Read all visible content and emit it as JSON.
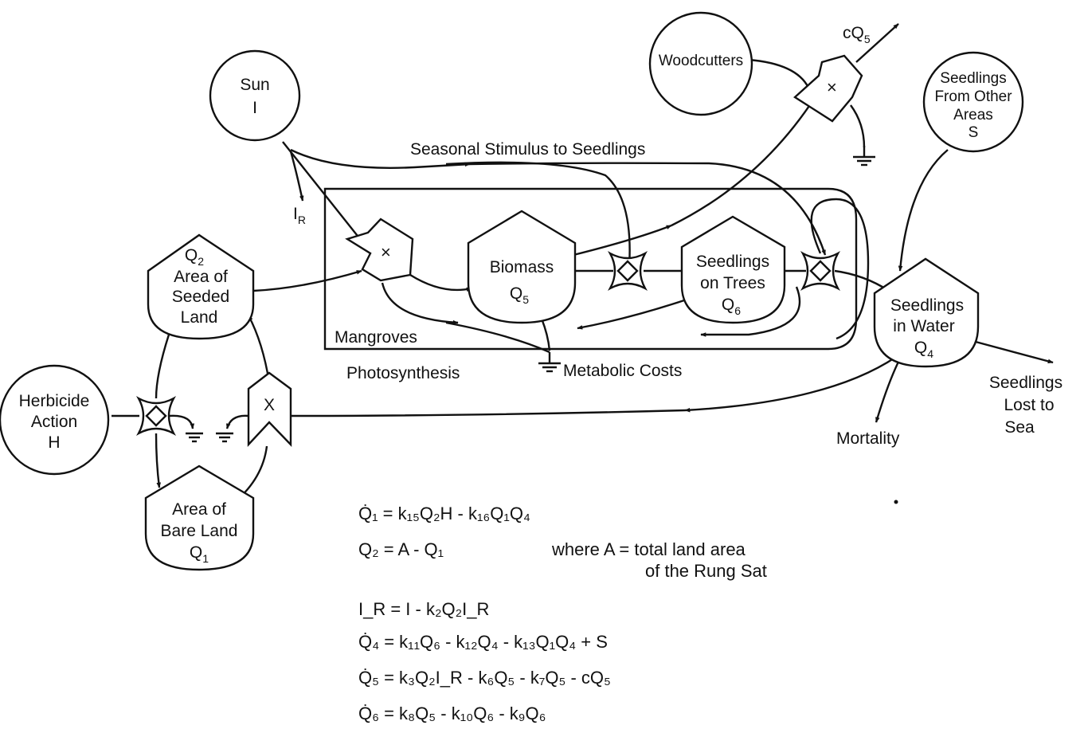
{
  "sources": {
    "sun": {
      "name": "Sun",
      "symbol": "I"
    },
    "woodcutters": {
      "name": "Woodcutters"
    },
    "seedlings_other": {
      "line1": "Seedlings",
      "line2": "From Other",
      "line3": "Areas",
      "symbol": "S"
    },
    "herbicide": {
      "line1": "Herbicide",
      "line2": "Action",
      "symbol": "H"
    }
  },
  "storages": {
    "q2": {
      "symbol": "Q",
      "sub": "2",
      "line1": "Area of",
      "line2": "Seeded",
      "line3": "Land"
    },
    "q1": {
      "line1": "Area of",
      "line2": "Bare Land",
      "symbol": "Q",
      "sub": "1"
    },
    "biomass": {
      "line1": "Biomass",
      "symbol": "Q",
      "sub": "5"
    },
    "seedlings_trees": {
      "line1": "Seedlings",
      "line2": "on Trees",
      "symbol": "Q",
      "sub": "6"
    },
    "seedlings_water": {
      "line1": "Seedlings",
      "line2": "in Water",
      "symbol": "Q",
      "sub": "4"
    }
  },
  "workgates": {
    "multiplier": "×",
    "x_gate": "X"
  },
  "labels": {
    "ir": {
      "main": "I",
      "sub": "R"
    },
    "cq5": {
      "main": "cQ",
      "sub": "5"
    },
    "seasonal": "Seasonal  Stimulus  to  Seedlings",
    "mangroves": "Mangroves",
    "photosynthesis": "Photosynthesis",
    "metabolic": "Metabolic  Costs",
    "mortality": "Mortality",
    "lost1": "Seedlings",
    "lost2": "Lost  to",
    "lost3": "Sea"
  },
  "equations": [
    "Q̇₁ = k₁₅Q₂H  -  k₁₆Q₁Q₄",
    "Q₂ = A  -  Q₁",
    "I_R = I  -  k₂Q₂I_R",
    "Q̇₄ = k₁₁Q₆  -  k₁₂Q₄  -  k₁₃Q₁Q₄  +  S",
    "Q̇₅ = k₃Q₂I_R  -  k₆Q₅  -  k₇Q₅  -  cQ₅",
    "Q̇₆ = k₈Q₅  -  k₁₀Q₆  -  k₉Q₆"
  ],
  "equation_note": {
    "line1": "where  A = total  land  area",
    "line2": "of  the  Rung  Sat"
  }
}
